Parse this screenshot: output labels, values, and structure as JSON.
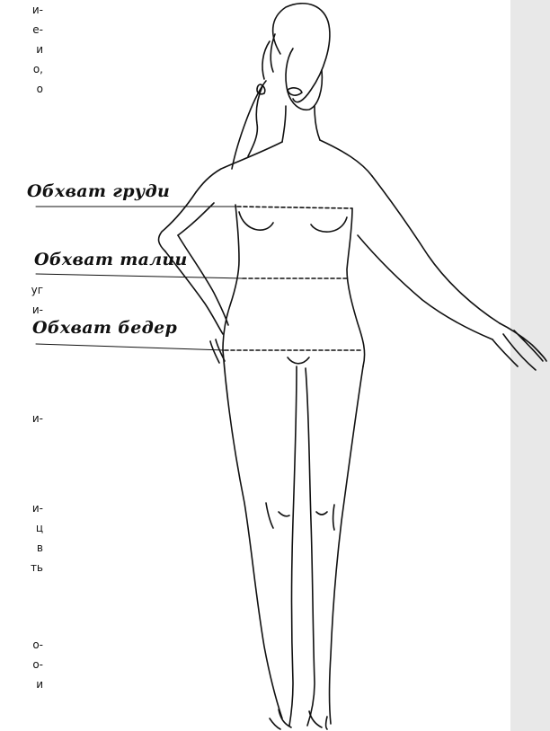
{
  "labels": {
    "bust": "Обхват груди",
    "waist": "Обхват талии",
    "hips": "Обхват бедер"
  },
  "fragments": [
    {
      "lines": [
        "и-",
        "е-",
        "и",
        "о,",
        "о"
      ]
    },
    {
      "lines": [
        "уг",
        "и-"
      ]
    },
    {
      "lines": [
        "и-"
      ]
    },
    {
      "lines": [
        "и-",
        "ц",
        "в",
        "ть"
      ]
    },
    {
      "lines": [
        "о-",
        "о-",
        "и"
      ]
    }
  ],
  "colors": {
    "ink": "#111111",
    "sidebar": "#e8e8e8"
  }
}
